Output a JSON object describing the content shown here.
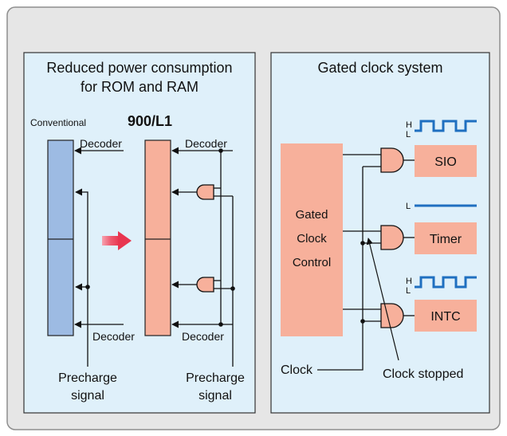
{
  "left_panel": {
    "title_line1": "Reduced power consumption",
    "title_line2": "for ROM and RAM",
    "conventional_label": "Conventional",
    "new_label": "900/L1",
    "decoder_top_left": "Decoder",
    "decoder_bottom_left": "Decoder",
    "decoder_top_right": "Decoder",
    "decoder_bottom_right": "Decoder",
    "precharge_left_line1": "Precharge",
    "precharge_left_line2": "signal",
    "precharge_right_line1": "Precharge",
    "precharge_right_line2": "signal"
  },
  "right_panel": {
    "title": "Gated clock system",
    "gcc_line1": "Gated",
    "gcc_line2": "Clock",
    "gcc_line3": "Control",
    "sio": "SIO",
    "timer": "Timer",
    "intc": "INTC",
    "clock": "Clock",
    "clock_stopped": "Clock stopped",
    "h1": "H",
    "l1": "L",
    "l2": "L",
    "h3": "H",
    "l3": "L"
  },
  "colors": {
    "frame_bg": "#e6e6e6",
    "panel_bg": "#dff0fa",
    "blue_block": "#9dbbe3",
    "salmon": "#f7b09b",
    "signal_blue": "#1f6fc0",
    "arrow_red": "#e8354f"
  }
}
